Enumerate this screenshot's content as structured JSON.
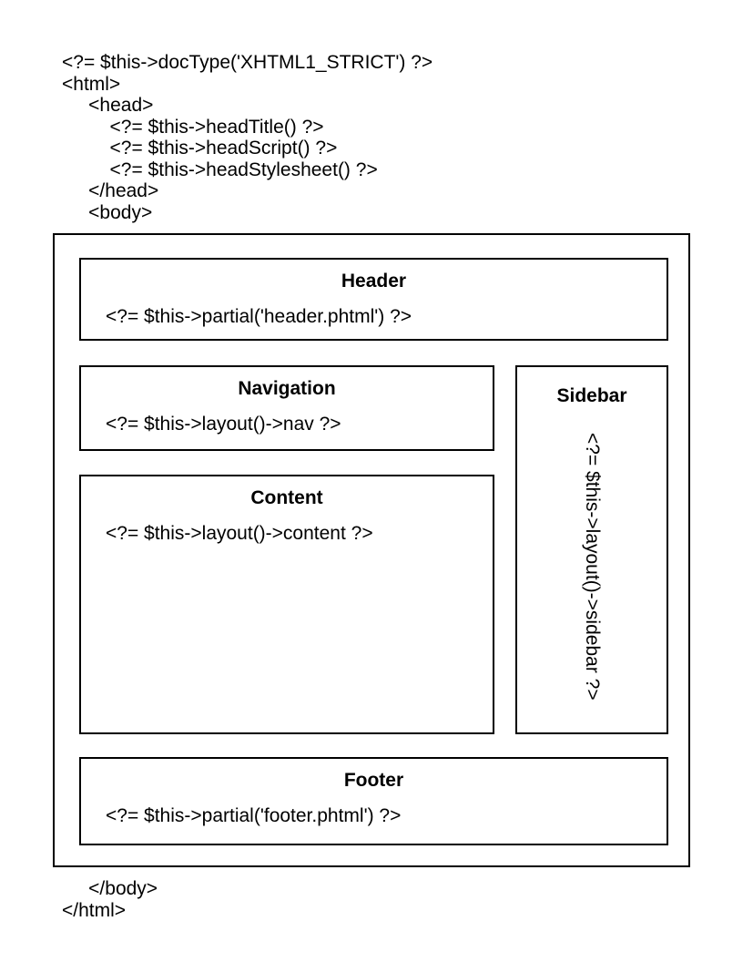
{
  "page": {
    "background": "#ffffff",
    "line_color": "#000000"
  },
  "code_listing": {
    "top": "<?= $this->docType('XHTML1_STRICT') ?>\n<html>\n     <head>\n         <?= $this->headTitle() ?>\n         <?= $this->headScript() ?>\n         <?= $this->headStylesheet() ?>\n     </head>\n     <body>",
    "bottom": "     </body>\n</html>"
  },
  "diagram": {
    "boxes": {
      "header": {
        "title": "Header",
        "code": "<?= $this->partial('header.phtml') ?>"
      },
      "navigation": {
        "title": "Navigation",
        "code": "<?= $this->layout()->nav ?>"
      },
      "content": {
        "title": "Content",
        "code": "<?= $this->layout()->content ?>"
      },
      "sidebar": {
        "title": "Sidebar",
        "code": "<?= $this->layout()->sidebar ?>"
      },
      "footer": {
        "title": "Footer",
        "code": "<?= $this->partial('footer.phtml') ?>"
      }
    }
  }
}
